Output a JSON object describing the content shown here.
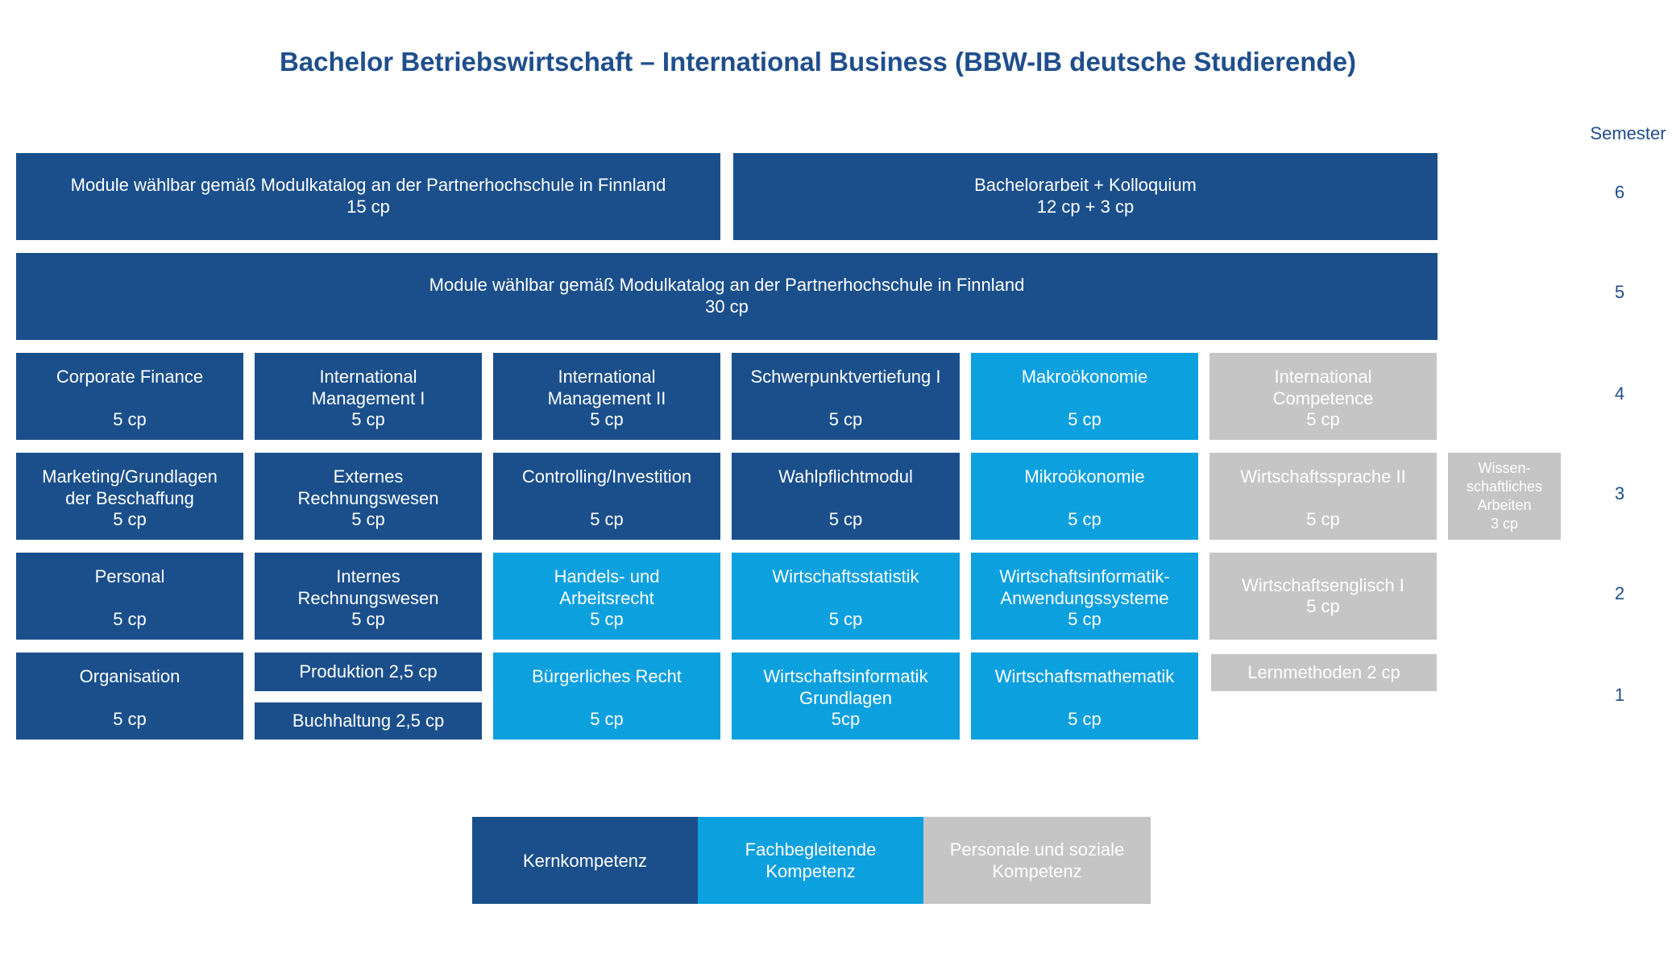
{
  "title": "Bachelor Betriebswirtschaft – International Business (BBW-IB deutsche Studierende)",
  "semester_label": "Semester",
  "semesters": [
    "6",
    "5",
    "4",
    "3",
    "2",
    "1"
  ],
  "colors": {
    "kern": "#1a4f8c",
    "fach": "#0ca0df",
    "pers": "#c5c5c5",
    "title": "#1f4e8c"
  },
  "modules": {
    "finnland_15": "Module wählbar gemäß Modulkatalog an der Partnerhochschule in  Finnland\n15 cp",
    "bachelorarbeit": "Bachelorarbeit + Kolloquium\n12 cp + 3 cp",
    "finnland_30": "Module wählbar gemäß Modulkatalog an der Partnerhochschule in Finnland\n30 cp",
    "corporate_finance": "Corporate Finance\n\n5 cp",
    "int_management_1": "International\nManagement I\n5 cp",
    "int_management_2": "International\nManagement II\n5 cp",
    "schwerpunkt_1": "Schwerpunktvertiefung I\n\n5 cp",
    "makrooekonomie": "Makroökonomie\n\n5 cp",
    "int_competence": "International\nCompetence\n5 cp",
    "marketing": "Marketing/Grundlagen\nder Beschaffung\n5 cp",
    "externes_rw": "Externes\nRechnungswesen\n5 cp",
    "controlling": "Controlling/Investition\n\n5 cp",
    "wahlpflicht": "Wahlpflichtmodul\n\n5 cp",
    "mikrooekonomie": "Mikroökonomie\n\n5 cp",
    "wirtschaftssprache_2": "Wirtschaftssprache II\n\n5 cp",
    "wiss_arbeiten": "Wissen-\nschaftliches\nArbeiten\n3 cp",
    "personal": "Personal\n\n5 cp",
    "internes_rw": "Internes\nRechnungswesen\n5 cp",
    "handelsrecht": "Handels- und\nArbeitsrecht\n5 cp",
    "wirtschaftsstatistik": "Wirtschaftsstatistik\n\n5 cp",
    "wi_anwendung": "Wirtschaftsinformatik-\nAnwendungssysteme\n5 cp",
    "wirtschaftsenglisch_1": "Wirtschaftsenglisch I\n5 cp",
    "organisation": "Organisation\n\n5 cp",
    "produktion": "Produktion 2,5 cp",
    "buchhaltung": "Buchhaltung 2,5 cp",
    "buergerliches_recht": "Bürgerliches Recht\n\n5 cp",
    "wi_grundlagen": "Wirtschaftsinformatik\nGrundlagen\n5cp",
    "wirtschaftsmathematik": "Wirtschaftsmathematik\n\n5 cp",
    "lernmethoden": "Lernmethoden 2 cp"
  },
  "legend": {
    "kern": "Kernkompetenz",
    "fach": "Fachbegleitende\nKompetenz",
    "pers": "Personale und soziale\nKompetenz"
  }
}
